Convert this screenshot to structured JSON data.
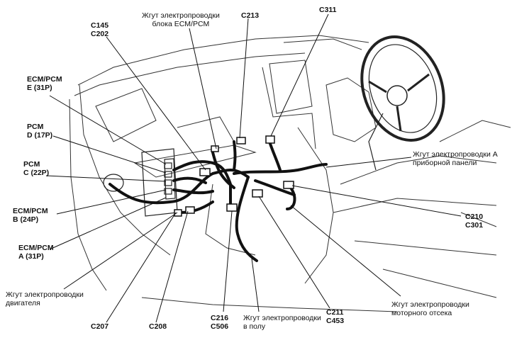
{
  "labels": {
    "c145_c202": [
      "C145",
      "C202"
    ],
    "ecm_harness": [
      "Жгут электропроводки",
      "блока ECM/PCM"
    ],
    "c213": "C213",
    "c311": "C311",
    "ecm_pcm_e": [
      "ECM/PCM",
      "E (31P)"
    ],
    "pcm_d": [
      "PCM",
      "D (17P)"
    ],
    "pcm_c": [
      "PCM",
      "C (22P)"
    ],
    "ecm_pcm_b": [
      "ECM/PCM",
      "B (24P)"
    ],
    "ecm_pcm_a": [
      "ECM/PCM",
      "A (31P)"
    ],
    "engine_harness": [
      "Жгут электропроводки",
      "двигателя"
    ],
    "c207": "C207",
    "c208": "C208",
    "c216_c506": [
      "C216",
      "C506"
    ],
    "floor_harness": [
      "Жгут электропроводки",
      "в полу"
    ],
    "c211_c453": [
      "C211",
      "C453"
    ],
    "engine_bay_harness": [
      "Жгут электропроводки",
      "моторного отсека"
    ],
    "c210_c301": [
      "C210",
      "C301"
    ],
    "dash_harness_a": [
      "Жгут электропроводки A",
      "приборной панели"
    ]
  }
}
